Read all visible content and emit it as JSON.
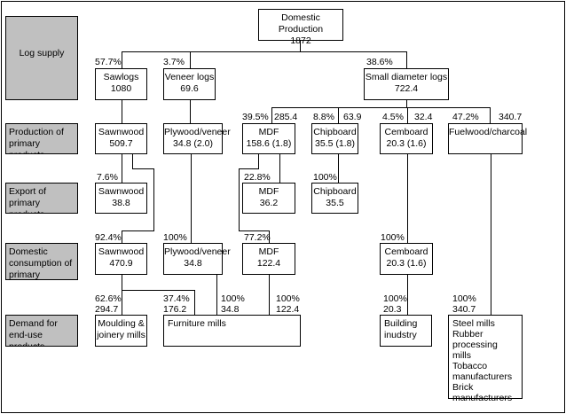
{
  "row_labels": {
    "log_supply": "Log supply",
    "production": "Production of primary products",
    "export": "Export of primary products",
    "domestic": "Domestic consumption of primary products",
    "demand": "Demand for end-use products"
  },
  "boxes": {
    "domestic_production": "Domestic Production\n1872",
    "sawlogs": "Sawlogs\n1080",
    "veneer_logs": "Veneer logs\n69.6",
    "small_diameter_logs": "Small diameter logs\n722.4",
    "prod_sawnwood": "Sawnwood\n509.7",
    "prod_plywood": "Plywood/veneer\n34.8  (2.0)",
    "prod_mdf": "MDF\n158.6  (1.8)",
    "prod_chipboard": "Chipboard\n35.5  (1.8)",
    "prod_cemboard": "Cemboard\n20.3  (1.6)",
    "prod_fuelwood": "Fuelwood/charcoal",
    "exp_sawnwood": "Sawnwood\n38.8",
    "exp_mdf": "MDF\n36.2",
    "exp_chipboard": "Chipboard\n35.5",
    "dom_sawnwood": "Sawnwood\n470.9",
    "dom_plywood": "Plywood/veneer\n34.8",
    "dom_mdf": "MDF\n122.4",
    "dom_cemboard": "Cemboard\n20.3  (1.6)",
    "end_moulding": "Moulding &\njoinery mills",
    "end_furniture": "Furniture mills",
    "end_building": "Building\ninudstry",
    "end_other": "Steel mills\nRubber processing\nmills\nTobacco\nmanufacturers\nBrick\nmanufacturers"
  },
  "flow_labels": {
    "sawlogs_pct": "57.7%",
    "veneer_pct": "3.7%",
    "small_pct": "38.6%",
    "mdf_pct": "39.5%",
    "mdf_vol": "285.4",
    "chip_pct": "8.8%",
    "chip_vol": "63.9",
    "cem_pct": "4.5%",
    "cem_vol": "32.4",
    "fuel_pct": "47.2%",
    "fuel_vol": "340.7",
    "exp_sawnwood_pct": "7.6%",
    "exp_mdf_pct": "22.8%",
    "exp_chip_pct": "100%",
    "dom_sawnwood_pct": "92.4%",
    "dom_plywood_pct": "100%",
    "dom_mdf_pct": "77.2%",
    "dom_cem_pct": "100%",
    "end_moulding": "62.6%\n294.7",
    "end_furn_sawn": "37.4%\n176.2",
    "end_furn_ply": "100%\n34.8",
    "end_furn_mdf": "100%\n122.4",
    "end_building": "100%\n20.3",
    "end_other": "100%\n340.7"
  }
}
